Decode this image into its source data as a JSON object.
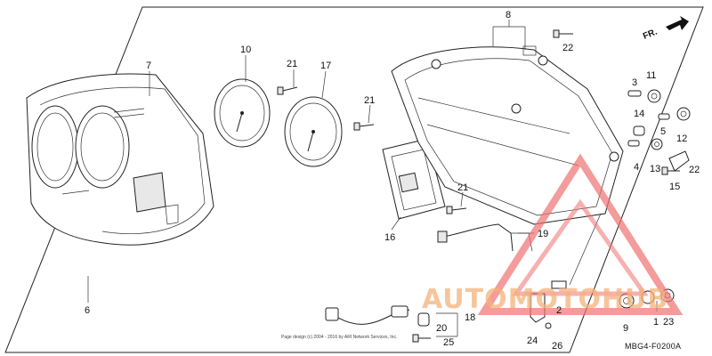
{
  "diagram": {
    "code": "MBG4-F0200A",
    "direction_label": "FR.",
    "copyright": "Page design (c) 2004 - 2016 by ARI Network Services, Inc.",
    "watermark": {
      "text": "AUTOMOTOHUB",
      "color": "#f08a8a"
    }
  },
  "callouts": [
    "8",
    "22",
    "7",
    "10",
    "21",
    "17",
    "21",
    "3",
    "11",
    "14",
    "5",
    "12",
    "4",
    "13",
    "22",
    "15",
    "16",
    "21",
    "19",
    "6",
    "2",
    "9",
    "1",
    "23",
    "18",
    "20",
    "25",
    "24",
    "26"
  ]
}
